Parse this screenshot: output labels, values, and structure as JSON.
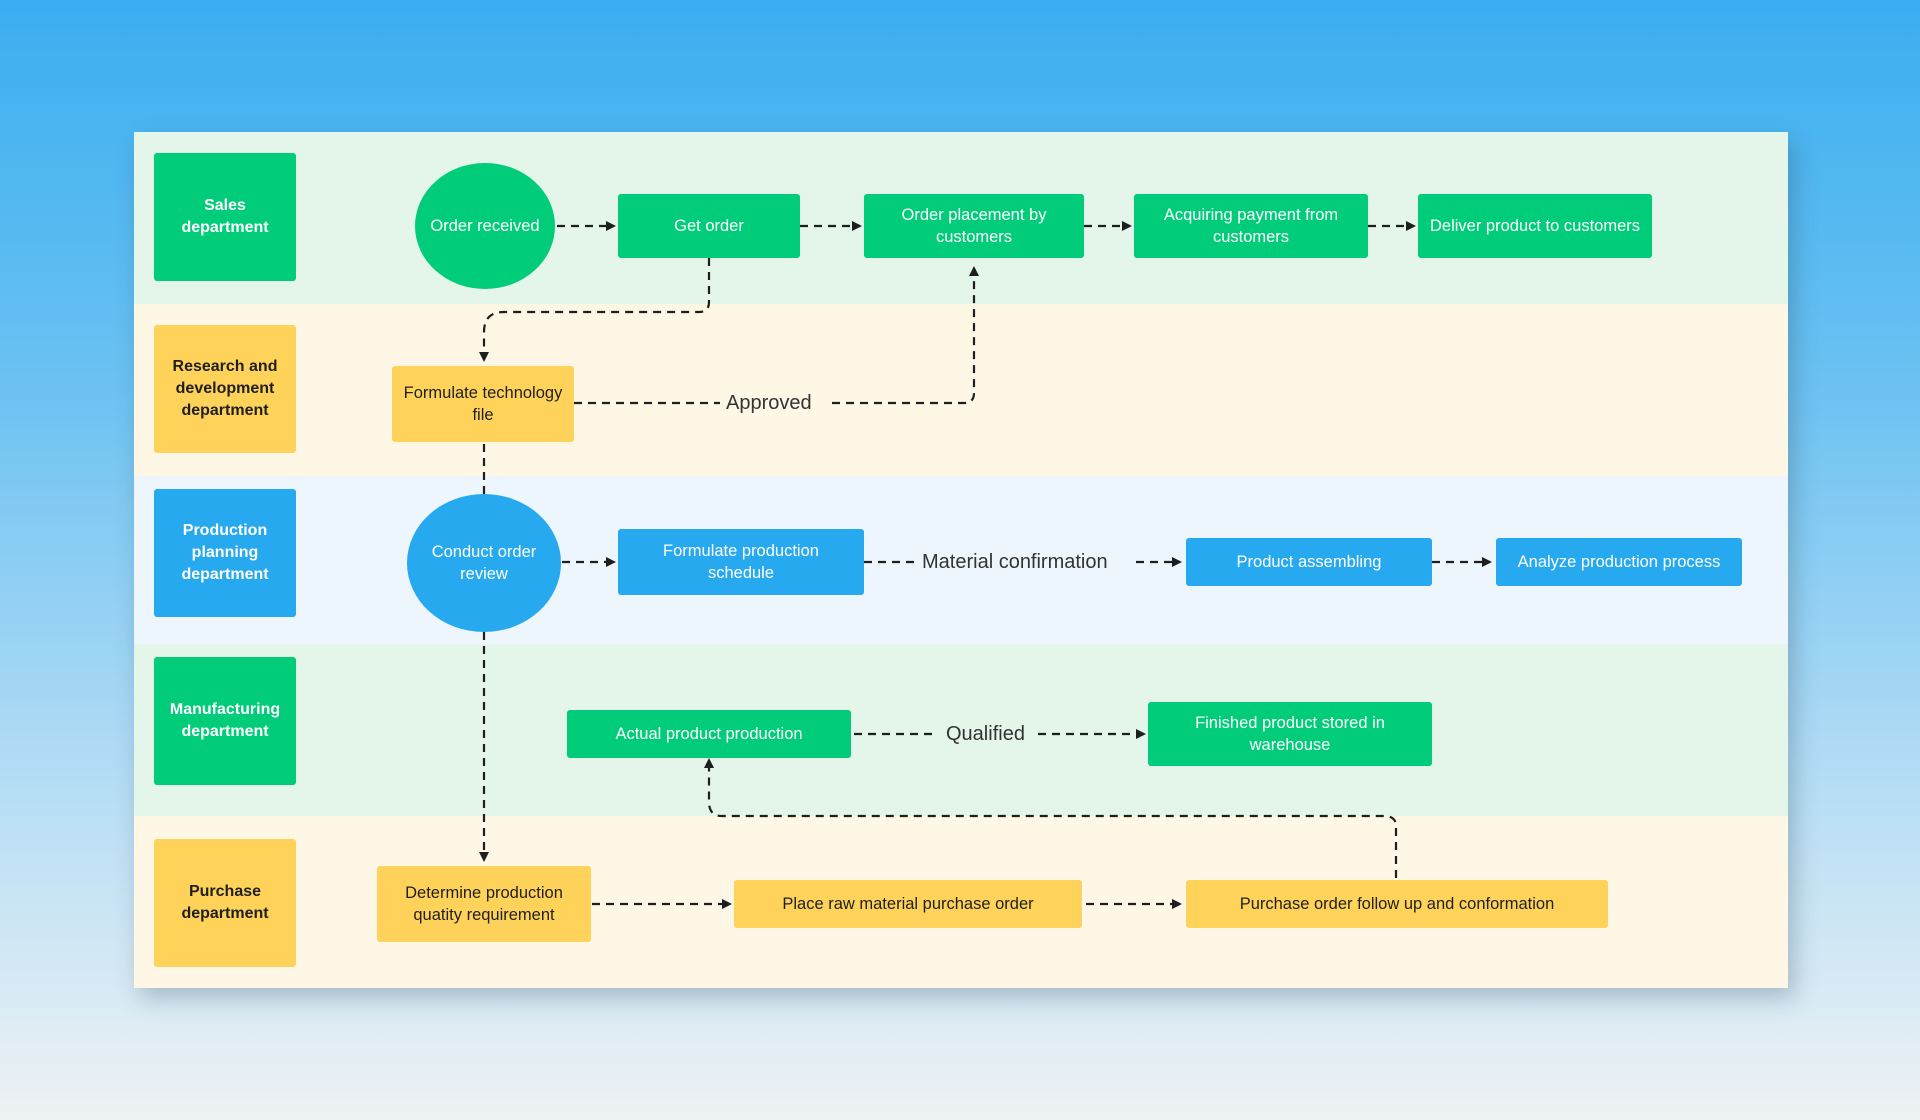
{
  "lanes": [
    {
      "label": "Sales department",
      "bg": "#e4f5ea",
      "label_style": "green"
    },
    {
      "label": "Research and development department",
      "bg": "#fff7e6",
      "label_style": "yellow"
    },
    {
      "label": "Production planning department",
      "bg": "#eef6fd",
      "label_style": "blue"
    },
    {
      "label": "Manufacturing department",
      "bg": "#e4f5ea",
      "label_style": "green"
    },
    {
      "label": "Purchase department",
      "bg": "#fff7e6",
      "label_style": "yellow"
    }
  ],
  "nodes": {
    "order_received": "Order received",
    "get_order": "Get order",
    "order_placement": "Order placement by customers",
    "acquiring_payment": "Acquiring payment from customers",
    "deliver_product": "Deliver product to customers",
    "formulate_tech_file": "Formulate technology file",
    "conduct_review": "Conduct order review",
    "formulate_schedule": "Formulate production schedule",
    "product_assembling": "Product assembling",
    "analyze_process": "Analyze production process",
    "actual_production": "Actual product production",
    "finished_stored": "Finished product stored in warehouse",
    "determine_quantity": "Determine production quatity requirement",
    "place_purchase_order": "Place raw material purchase order",
    "purchase_follow_up": "Purchase order follow up and conformation"
  },
  "edge_labels": {
    "approved": "Approved",
    "material_confirmation": "Material confirmation",
    "qualified": "Qualified"
  },
  "colors": {
    "green": "#00cc7a",
    "yellow": "#ffd35a",
    "blue": "#26a9ee",
    "connector": "#1e1e1e"
  }
}
